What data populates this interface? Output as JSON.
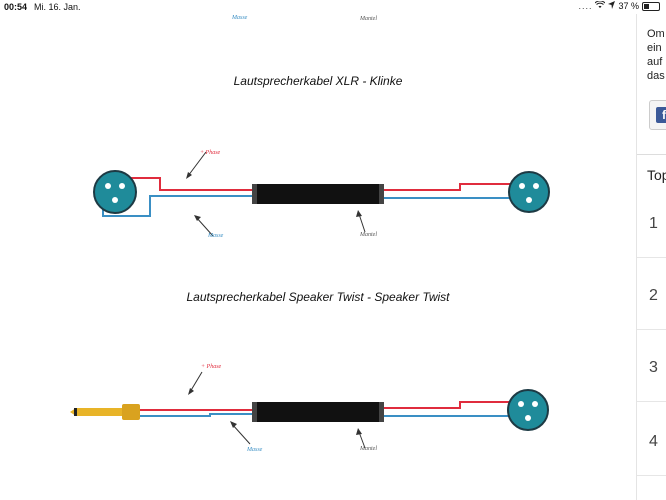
{
  "status_bar": {
    "time": "00:54",
    "date": "Mi. 16. Jan.",
    "battery_percent": "37 %",
    "battery_level": 0.37
  },
  "top_labels": {
    "masse": "Masse",
    "mantel": "Mantel"
  },
  "diagram1": {
    "title": "Lautsprecherkabel XLR - Klinke",
    "phase_label": "+ Phase",
    "masse_label": "Masse",
    "mantel_label": "Mantel"
  },
  "diagram2": {
    "title": "Lautsprecherkabel Speaker Twist - Speaker Twist",
    "phase_label": "+ Phase",
    "masse_label": "Masse",
    "mantel_label": "Mantel"
  },
  "sidebar": {
    "text_lines": [
      "Om",
      "ein",
      "auf",
      "das"
    ],
    "facebook_glyph": "f",
    "top_heading": "Top",
    "ranks": [
      "1",
      "2",
      "3",
      "4"
    ]
  },
  "colors": {
    "phase_wire": "#e02c3d",
    "masse_wire": "#3a8fc4",
    "connector_teal": "#1f8b9a",
    "cable_black": "#111111",
    "plug_gold": "#e8b428"
  }
}
